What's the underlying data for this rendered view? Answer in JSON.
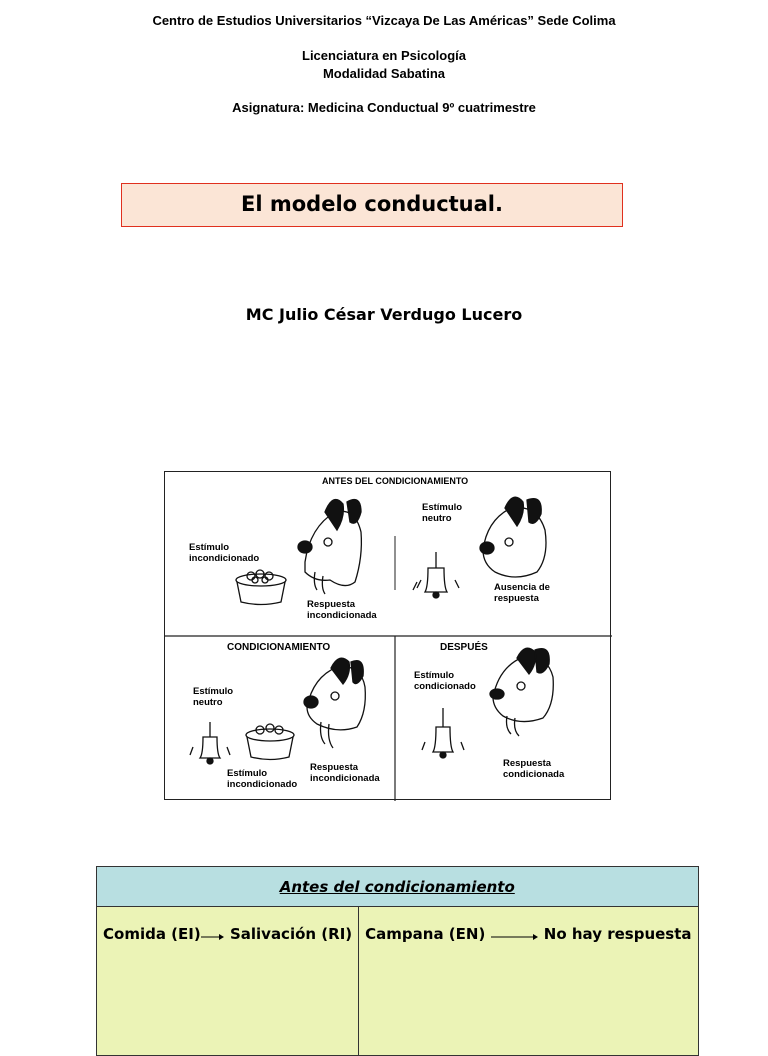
{
  "header": {
    "institution": "Centro de Estudios Universitarios “Vizcaya De Las Américas” Sede Colima",
    "program": "Licenciatura en Psicología",
    "modality": "Modalidad Sabatina",
    "subject": "Asignatura: Medicina Conductual 9º cuatrimestre"
  },
  "title": "El modelo conductual.",
  "author": "MC Julio César Verdugo Lucero",
  "figure": {
    "top_title": "ANTES DEL CONDICIONAMIENTO",
    "panel1": {
      "stimulus": "Estímulo incondicionado",
      "response": "Respuesta incondicionada"
    },
    "panel2": {
      "stimulus": "Estímulo neutro",
      "response": "Ausencia de respuesta"
    },
    "panel3": {
      "title": "CONDICIONAMIENTO",
      "stimulus_neutral": "Estímulo neutro",
      "stimulus_unconditioned": "Estímulo incondicionado",
      "response": "Respuesta incondicionada"
    },
    "panel4": {
      "title": "DESPUÉS",
      "stimulus": "Estímulo condicionado",
      "response": "Respuesta condicionada"
    }
  },
  "table": {
    "header": "Antes del condicionamiento",
    "left": {
      "stimulus": "Comida (EI)",
      "response": "Salivación (RI)"
    },
    "right": {
      "stimulus": "Campana (EN)",
      "response": "No hay respuesta"
    }
  }
}
